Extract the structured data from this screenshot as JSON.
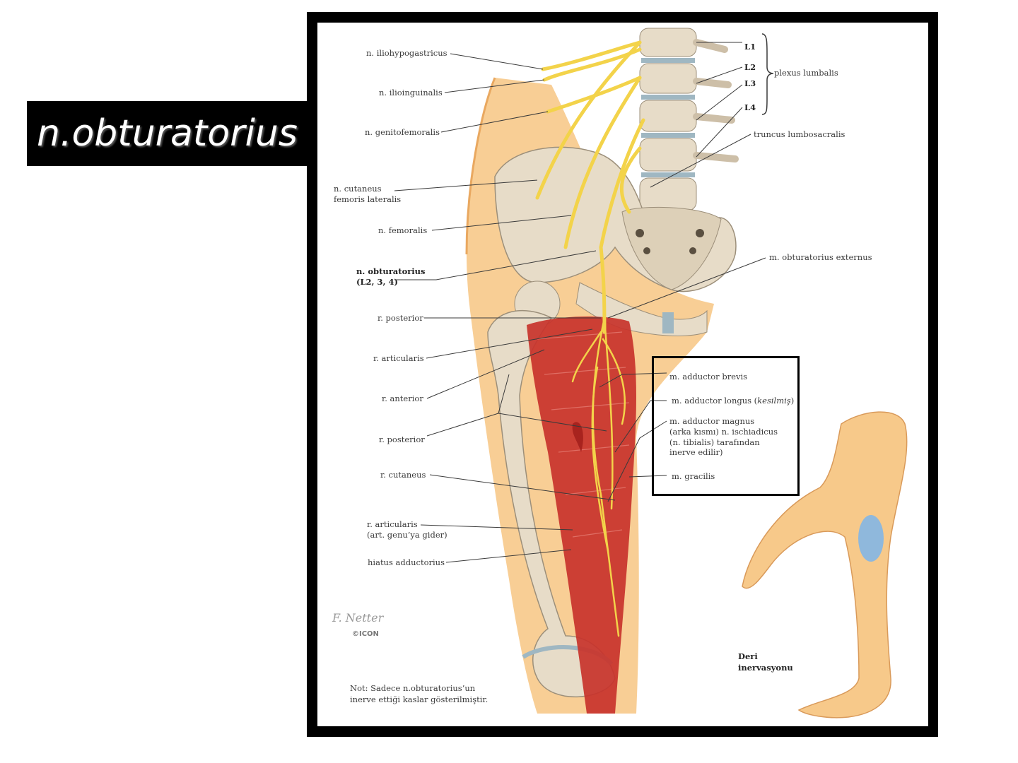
{
  "slide": {
    "title": "n.obturatorius"
  },
  "labels": {
    "iliohypogastricus": "n. iliohypogastricus",
    "ilioinguinalis": "n. ilioinguinalis",
    "genitofemoralis": "n. genitofemoralis",
    "cutaneus_1": "n. cutaneus",
    "cutaneus_2": "femoris  lateralis",
    "femoralis": "n. femoralis",
    "obturatorius_1": "n. obturatorius",
    "obturatorius_2": "(L2, 3, 4)",
    "r_posterior_1": "r. posterior",
    "r_articularis_1": "r. articularis",
    "r_anterior": "r. anterior",
    "r_posterior_2": "r. posterior",
    "r_cutaneus": "r. cutaneus",
    "r_articularis_2a": "r. articularis",
    "r_articularis_2b": "(art. genu’ya gider)",
    "hiatus": "hiatus adductorius",
    "L1": "L1",
    "L2": "L2",
    "L3": "L3",
    "L4": "L4",
    "plexus": "plexus lumbalis",
    "truncus": "truncus lumbosacralis",
    "obt_externus": "m. obturatorius externus",
    "add_brevis": "m. adductor brevis",
    "add_longus": "m. adductor longus (",
    "add_longus_italic": "kesilmiş",
    "add_longus_end": ")",
    "add_magnus_1": "m. adductor magnus",
    "add_magnus_2": "(arka kısmı) n. ischiadicus",
    "add_magnus_3": "(n. tibialis) tarafından",
    "add_magnus_4": "inerve edilir)",
    "gracilis": "m. gracilis",
    "deri_1": "Deri",
    "deri_2": "inervasyonu",
    "not_1": "Not: Sadece n.obturatorius’un",
    "not_2": "inerve ettiği kaslar gösterilmiştir.",
    "signature": "F. Netter",
    "icon_mark": "©ICON"
  },
  "colors": {
    "nerve": "#f3d34a",
    "bone": "#e7dcc8",
    "muscle": "#c8332b",
    "skin": "#f7c98a",
    "cutaneous_area": "#8fb8dc",
    "cartilage": "#9fb7c2"
  }
}
